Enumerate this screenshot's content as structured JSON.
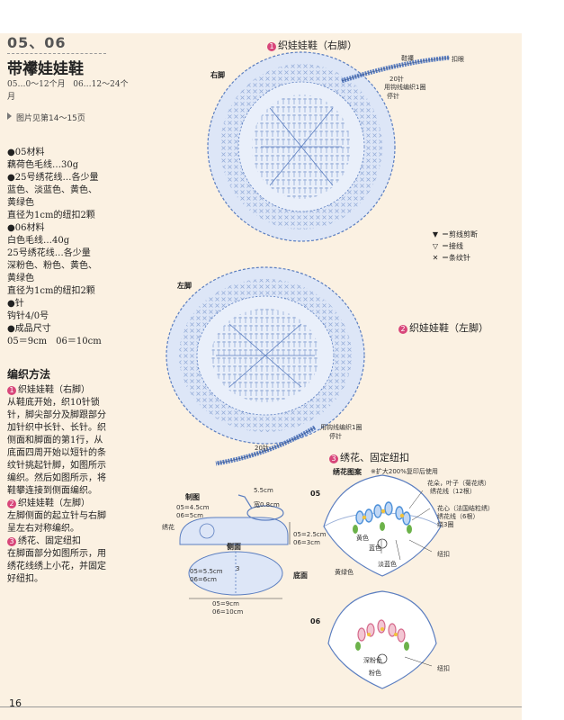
{
  "page": {
    "project_number": "05、06",
    "title": "带襻娃娃鞋",
    "age_05": "05…0～12个月",
    "age_06": "06…12～24个月",
    "photo_ref": "图片见第14～15页",
    "page_number": "16"
  },
  "materials": [
    "●05材料",
    "藕荷色毛线…30g",
    "●25号绣花线…各少量",
    "蓝色、淡蓝色、黄色、",
    "黄绿色",
    "直径为1cm的纽扣2颗",
    "●06材料",
    "白色毛线…40g",
    "25号绣花线…各少量",
    "深粉色、粉色、黄色、",
    "黄绿色",
    "直径为1cm的纽扣2颗",
    "●针",
    "钩针4/0号",
    "●成品尺寸",
    "05＝9cm　06＝10cm"
  ],
  "method": {
    "heading": "编织方法",
    "steps": [
      {
        "num": "1",
        "lines": [
          "织娃娃鞋（右脚）",
          "从鞋底开始，织10针锁",
          "针，脚尖部分及脚跟部分",
          "加针织中长针、长针。织",
          "侧面和脚面的第1行，从",
          "底面四周开始以短针的条",
          "纹针挑起针脚，如图所示",
          "编织。然后如图所示，将",
          "鞋攀连接到侧面编织。"
        ]
      },
      {
        "num": "2",
        "lines": [
          "织娃娃鞋（左脚）",
          "左脚侧面的起立针与右脚",
          "呈左右对称编织。"
        ]
      },
      {
        "num": "3",
        "lines": [
          "绣花、固定纽扣",
          "在脚面部分如图所示，用",
          "绣花线绣上小花，并固定",
          "好纽扣。"
        ]
      }
    ]
  },
  "diagrams": {
    "right": {
      "num": "1",
      "title": "织娃娃鞋（右脚）",
      "side_label": "右脚",
      "strap_label": "鞋襻",
      "buttonhole_label": "扣眼",
      "chain_count": "20针",
      "fasten_note": "用钩线编织1圈",
      "stop_label": "停针"
    },
    "left": {
      "num": "2",
      "title": "织娃娃鞋（左脚）",
      "side_label": "左脚",
      "fasten_note": "用钩线编织1圈",
      "stop_label": "停针",
      "chain_count": "20针"
    },
    "legend": [
      {
        "symbol": "▼",
        "label": "＝剪线剪断"
      },
      {
        "symbol": "▽",
        "label": "＝接线"
      },
      {
        "symbol": "✕",
        "label": "＝条纹针"
      }
    ],
    "schematic": {
      "title": "制图",
      "w1": "05=4.5cm",
      "w2": "06=5cm",
      "embroidery": "绣花",
      "height": "5.5cm",
      "width": "宽0.8cm",
      "side_label": "侧面",
      "side1": "05=2.5cm",
      "side2": "06=3cm",
      "sole1": "05=5.5cm",
      "sole2": "06=6cm",
      "sole_label": "底面",
      "mark": "3",
      "len1": "05=9cm",
      "len2": "06=10cm"
    },
    "embroidery": {
      "num": "3",
      "title": "绣花、固定纽扣",
      "pattern_label": "绣花图案",
      "scale_note": "※扩大200%复印后使用",
      "note_leaves": "花朵，叶子（菊花绣）",
      "note_leaves2": "绣花线（12根）",
      "note_center": "花心（法国结粒绣）",
      "note_center2": "绣花线（6根）",
      "note_wraps": "绕3圈",
      "label_05": "05",
      "label_06": "06",
      "button": "纽扣",
      "c05": [
        "黄色",
        "蓝色",
        "淡蓝色",
        "黄绿色"
      ],
      "c06": [
        "深粉色",
        "粉色"
      ]
    }
  },
  "colors": {
    "page_bg": "#fbf1e2",
    "accent_pink": "#d8467a",
    "diagram_blue": "#5b7ec0",
    "diagram_fill": "#dde6f7"
  }
}
